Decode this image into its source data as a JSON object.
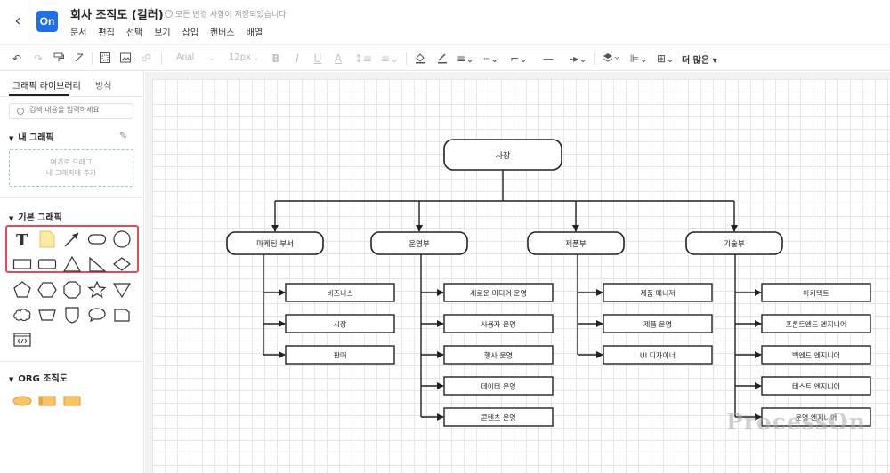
{
  "header": {
    "back_icon": "chevron-left-icon",
    "logo_text": "On",
    "title": "회사 조직도 (컬러)",
    "save_status": "모든 변경 사항이 저장되었습니다",
    "menu": [
      "문서",
      "편집",
      "선택",
      "보기",
      "삽입",
      "캔버스",
      "배열"
    ]
  },
  "toolbar": {
    "font_name": "Arial",
    "font_size": "12px",
    "more_label": "더 많은"
  },
  "sidebar": {
    "tabs": [
      "그래픽 라이브러리",
      "방식"
    ],
    "search_placeholder": "검색 내용을 입력하세요",
    "my_graphics": {
      "title": "내 그래픽",
      "drop_hint_1": "여기로 드래그",
      "drop_hint_2": "내 그래픽에 추가"
    },
    "basic_graphics": {
      "title": "기본 그래픽"
    },
    "org": {
      "title": "ORG 조직도"
    }
  },
  "colors": {
    "accent": "#1e6fe8",
    "highlight": "#e64a5a",
    "org_fill": "#f5c46b"
  },
  "org_chart": {
    "root": "사장",
    "departments": [
      {
        "name": "마케팅 부서",
        "children": [
          "비즈니스",
          "시장",
          "판매"
        ]
      },
      {
        "name": "운영부",
        "children": [
          "새로운 미디어 운영",
          "사용자 운영",
          "행사 운영",
          "데이터 운영",
          "콘텐츠 운영"
        ]
      },
      {
        "name": "제품부",
        "children": [
          "제품 매니저",
          "제품 운영",
          "UI 디자이너"
        ]
      },
      {
        "name": "기술부",
        "children": [
          "아키텍트",
          "프론트엔드 엔지니어",
          "백엔드 엔지니어",
          "테스트 엔지니어",
          "운영 엔지니어"
        ]
      }
    ]
  },
  "watermark": "ProcessOn"
}
